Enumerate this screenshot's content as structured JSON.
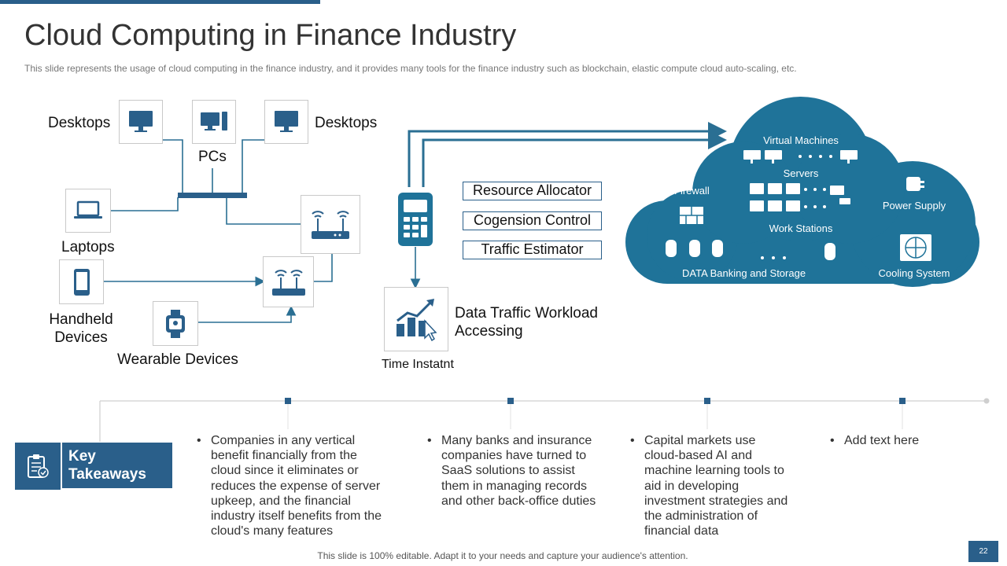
{
  "title": "Cloud Computing in Finance Industry",
  "subtitle": "This slide represents the usage of cloud computing in the finance industry, and it provides  many tools for the finance industry such as blockchain, elastic compute cloud auto-scaling, etc.",
  "network": {
    "desktops_left": "Desktops",
    "pcs": "PCs",
    "desktops_right": "Desktops",
    "laptops": "Laptops",
    "handheld": "Handheld Devices",
    "wearable": "Wearable Devices",
    "time_instant": "Time Instatnt",
    "data_traffic": "Data Traffic Workload Accessing"
  },
  "controls": [
    "Resource Allocator",
    "Cogension Control",
    "Traffic Estimator"
  ],
  "cloud": {
    "virtual_machines": "Virtual Machines",
    "servers": "Servers",
    "firewall": "Firewall",
    "power_supply": "Power Supply",
    "work_stations": "Work Stations",
    "data_banking": "DATA Banking and Storage",
    "cooling_system": "Cooling System"
  },
  "takeaways": {
    "label": "Key Takeaways",
    "items": [
      "Companies in any vertical benefit financially from the cloud since it eliminates or reduces the expense of server upkeep, and the financial industry itself benefits from the cloud's many features",
      "Many banks and insurance companies have turned to SaaS solutions to assist them in managing records and other back-office duties",
      "Capital markets use cloud-based AI and machine learning tools to aid in developing investment strategies and the administration of financial data",
      "Add text here"
    ]
  },
  "footer": "This slide is 100% editable. Adapt it to your needs and capture your audience's attention.",
  "page_number": "22",
  "colors": {
    "primary": "#2a5f8a",
    "cloud": "#1f7399",
    "connector": "#2a6f93"
  }
}
